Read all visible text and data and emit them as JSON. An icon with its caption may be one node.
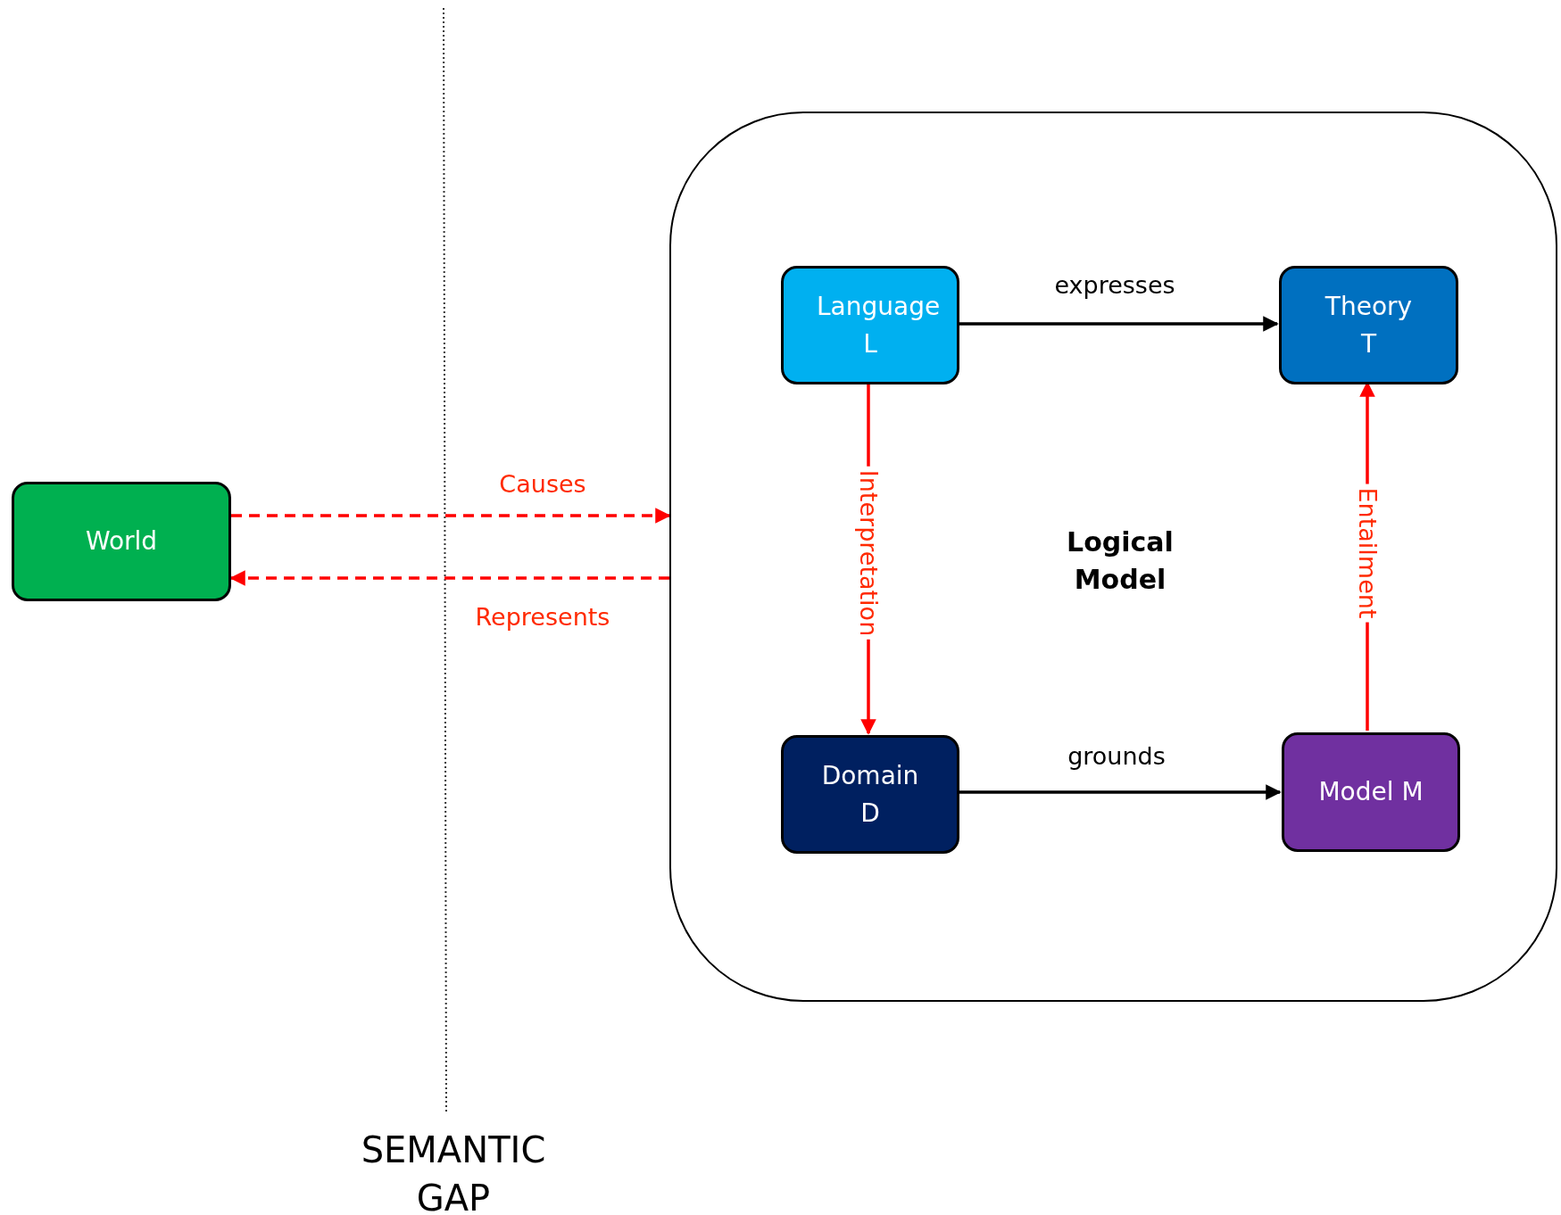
{
  "diagram": {
    "nodes": [
      {
        "text": [
          "World"
        ]
      },
      {
        "text": [
          "Logical Model"
        ]
      },
      {
        "text": [
          "Language L"
        ],
        "in": 1
      },
      {
        "text": [
          "Theory T"
        ],
        "in": 1
      },
      {
        "text": [
          "Domain D"
        ],
        "in": 1
      },
      {
        "text": [
          "Model M"
        ],
        "in": 1
      }
    ],
    "edges": [
      {
        "from": 0,
        "to": 1,
        "arrow": "to",
        "label": "Causes",
        "style": "dashed",
        "color": "#ff0000"
      },
      {
        "from": 1,
        "to": 0,
        "arrow": "to",
        "label": "Represents",
        "style": "dashed",
        "color": "#ff0000"
      },
      {
        "from": 2,
        "to": 3,
        "arrow": "to",
        "label": "expresses",
        "color": "#000000"
      },
      {
        "from": 4,
        "to": 5,
        "arrow": "to",
        "label": "grounds",
        "color": "#000000"
      },
      {
        "from": 2,
        "to": 4,
        "arrow": "to",
        "label": "Interpretation",
        "color": "#ff0000"
      },
      {
        "from": 5,
        "to": 3,
        "arrow": "to",
        "label": "Entailment",
        "color": "#ff0000"
      }
    ],
    "labels": [
      "SEMANTIC GAP"
    ]
  }
}
